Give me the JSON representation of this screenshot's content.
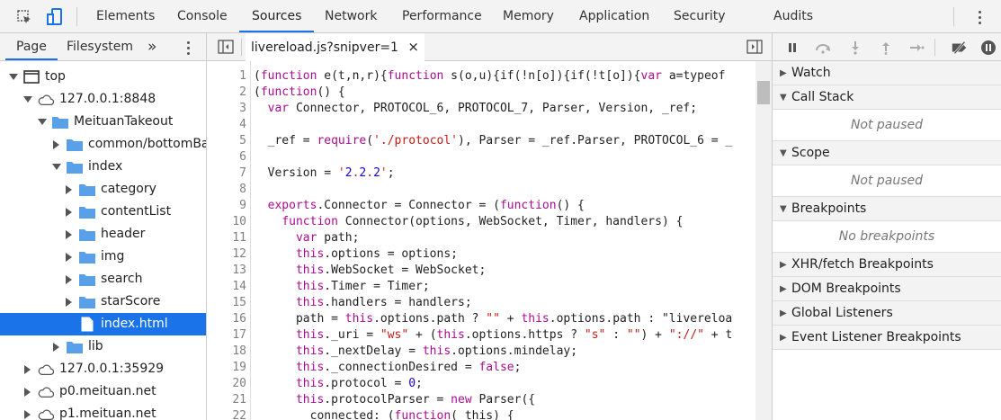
{
  "tabs": [
    {
      "label": "Elements"
    },
    {
      "label": "Console"
    },
    {
      "label": "Sources",
      "active": true
    },
    {
      "label": "Network"
    },
    {
      "label": "Performance"
    },
    {
      "label": "Memory"
    },
    {
      "label": "Application"
    },
    {
      "label": "Security"
    },
    {
      "label": "Audits"
    }
  ],
  "navigator": {
    "tabs": [
      "Page",
      "Filesystem"
    ],
    "more": "»",
    "tree": [
      {
        "label": "top",
        "icon": "frame-icon",
        "expanded": true,
        "level": 0
      },
      {
        "label": "127.0.0.1:8848",
        "icon": "cloud-icon",
        "expanded": true,
        "level": 1
      },
      {
        "label": "MeituanTakeout",
        "icon": "folder-icon",
        "expanded": true,
        "level": 2
      },
      {
        "label": "common/bottomBar",
        "icon": "folder-icon",
        "expanded": false,
        "level": 3
      },
      {
        "label": "index",
        "icon": "folder-icon",
        "expanded": true,
        "level": 3
      },
      {
        "label": "category",
        "icon": "folder-icon",
        "expanded": false,
        "level": 4
      },
      {
        "label": "contentList",
        "icon": "folder-icon",
        "expanded": false,
        "level": 4
      },
      {
        "label": "header",
        "icon": "folder-icon",
        "expanded": false,
        "level": 4
      },
      {
        "label": "img",
        "icon": "folder-icon",
        "expanded": false,
        "level": 4
      },
      {
        "label": "search",
        "icon": "folder-icon",
        "expanded": false,
        "level": 4
      },
      {
        "label": "starScore",
        "icon": "folder-icon",
        "expanded": false,
        "level": 4
      },
      {
        "label": "index.html",
        "icon": "file-icon",
        "selected": true,
        "level": 4
      },
      {
        "label": "lib",
        "icon": "folder-icon",
        "expanded": false,
        "level": 3
      },
      {
        "label": "127.0.0.1:35929",
        "icon": "cloud-icon",
        "expanded": false,
        "level": 1
      },
      {
        "label": "p0.meituan.net",
        "icon": "cloud-icon",
        "expanded": false,
        "level": 1
      },
      {
        "label": "p1.meituan.net",
        "icon": "cloud-icon",
        "expanded": false,
        "level": 1
      }
    ]
  },
  "editor": {
    "file_tab": "livereload.js?snipver=1",
    "close": "×",
    "lines": [
      {
        "n": "1",
        "code": "(function e(t,n,r){function s(o,u){if(!n[o]){if(!t[o]){var a=typeof"
      },
      {
        "n": "2",
        "code": "(function() {"
      },
      {
        "n": "3",
        "code": "  var Connector, PROTOCOL_6, PROTOCOL_7, Parser, Version, _ref;"
      },
      {
        "n": "4",
        "code": ""
      },
      {
        "n": "5",
        "code": "  _ref = require('./protocol'), Parser = _ref.Parser, PROTOCOL_6 = _"
      },
      {
        "n": "6",
        "code": ""
      },
      {
        "n": "7",
        "code": "  Version = '2.2.2';"
      },
      {
        "n": "8",
        "code": ""
      },
      {
        "n": "9",
        "code": "  exports.Connector = Connector = (function() {"
      },
      {
        "n": "10",
        "code": "    function Connector(options, WebSocket, Timer, handlers) {"
      },
      {
        "n": "11",
        "code": "      var path;"
      },
      {
        "n": "12",
        "code": "      this.options = options;"
      },
      {
        "n": "13",
        "code": "      this.WebSocket = WebSocket;"
      },
      {
        "n": "14",
        "code": "      this.Timer = Timer;"
      },
      {
        "n": "15",
        "code": "      this.handlers = handlers;"
      },
      {
        "n": "16",
        "code": "      path = this.options.path ? \"\" + this.options.path : \"livereloa"
      },
      {
        "n": "17",
        "code": "      this._uri = \"ws\" + (this.options.https ? \"s\" : \"\") + \"://\" + t"
      },
      {
        "n": "18",
        "code": "      this._nextDelay = this.options.mindelay;"
      },
      {
        "n": "19",
        "code": "      this._connectionDesired = false;"
      },
      {
        "n": "20",
        "code": "      this.protocol = 0;"
      },
      {
        "n": "21",
        "code": "      this.protocolParser = new Parser({"
      },
      {
        "n": "22",
        "code": "        connected: (function(_this) {"
      }
    ]
  },
  "debugger": {
    "sections": [
      {
        "title": "Watch",
        "expanded": false
      },
      {
        "title": "Call Stack",
        "expanded": true,
        "message": "Not paused"
      },
      {
        "title": "Scope",
        "expanded": true,
        "message": "Not paused"
      },
      {
        "title": "Breakpoints",
        "expanded": true,
        "message": "No breakpoints"
      },
      {
        "title": "XHR/fetch Breakpoints",
        "expanded": false
      },
      {
        "title": "DOM Breakpoints",
        "expanded": false
      },
      {
        "title": "Global Listeners",
        "expanded": false
      },
      {
        "title": "Event Listener Breakpoints",
        "expanded": false
      }
    ]
  },
  "colors": {
    "accent": "#1a73e8",
    "folder": "#5aa0e8",
    "keyword": "#aa0d91",
    "string": "#c41a16",
    "value": "#1c00cf"
  }
}
